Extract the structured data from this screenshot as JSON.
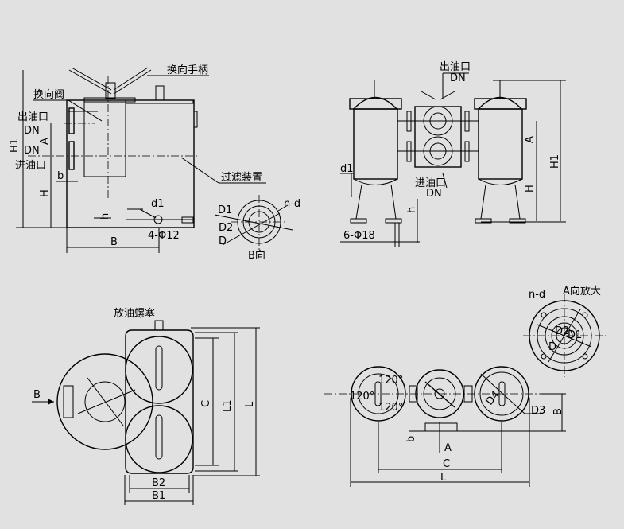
{
  "side_view": {
    "handle_label": "换向手柄",
    "valve_label": "换向阀",
    "outlet_label": "出油口",
    "outlet_dn": "DN",
    "inlet_dn": "DN",
    "inlet_label": "进油口",
    "dim_a": "A",
    "dim_h1": "H1",
    "dim_h": "H",
    "dim_b_small": "b",
    "dim_h_small": "h",
    "dim_d1": "d1",
    "holes": "4-Φ12",
    "dim_b": "B",
    "filter_label": "过滤装置"
  },
  "flange_view": {
    "d1": "D1",
    "d2": "D2",
    "d": "D",
    "nd": "n-d",
    "caption": "B向"
  },
  "front_view": {
    "outlet_label": "出油口",
    "outlet_dn": "DN",
    "inlet_label": "进油口",
    "inlet_dn": "DN",
    "dim_a": "A",
    "dim_h1": "H1",
    "dim_h": "H",
    "dim_d1": "d1",
    "dim_h_small": "h",
    "holes": "6-Φ18"
  },
  "top_view": {
    "drain_plug": "放油螺塞",
    "arrow_b": "B",
    "dim_c": "C",
    "dim_l1": "L1",
    "dim_l": "L",
    "dim_b2": "B2",
    "dim_b1": "B1"
  },
  "plan_view": {
    "enlarge_caption": "A向放大",
    "nd": "n-d",
    "enlarge_d": "D",
    "enlarge_d2": "D2",
    "enlarge_d1": "D1",
    "angle_1": "120°",
    "angle_2": "120°",
    "angle_3": "120°",
    "d4": "D4",
    "d3": "D3",
    "dim_b": "B",
    "dim_b_small": "b",
    "arrow_a": "A",
    "dim_c": "C",
    "dim_l": "L"
  }
}
